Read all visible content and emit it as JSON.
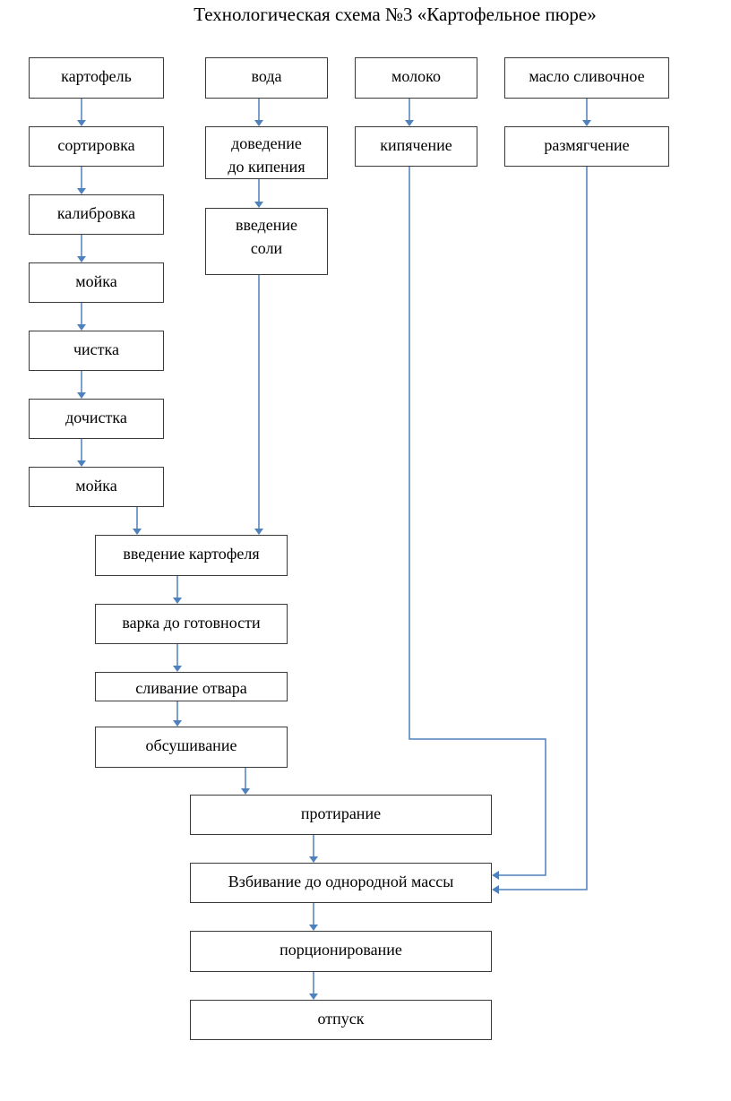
{
  "title": "Технологическая схема №3 «Картофельное пюре»",
  "colors": {
    "connector": "#4f81bd",
    "box_border": "#3a3a3a"
  },
  "ingredients": {
    "potato": "картофель",
    "water": "вода",
    "milk": "молоко",
    "butter": "масло сливочное"
  },
  "potato_steps": [
    "сортировка",
    "калибровка",
    "мойка",
    "чистка",
    "дочистка",
    "мойка"
  ],
  "water_steps": [
    {
      "line1": "доведение",
      "line2": "до кипения"
    },
    {
      "line1": "введение",
      "line2": "соли"
    }
  ],
  "milk_step": "кипячение",
  "butter_step": "размягчение",
  "main_steps": [
    "введение картофеля",
    "варка до готовности",
    "сливание отвара",
    "обсушивание"
  ],
  "final_steps": [
    "протирание",
    "Взбивание до однородной массы",
    "порционирование",
    "отпуск"
  ]
}
